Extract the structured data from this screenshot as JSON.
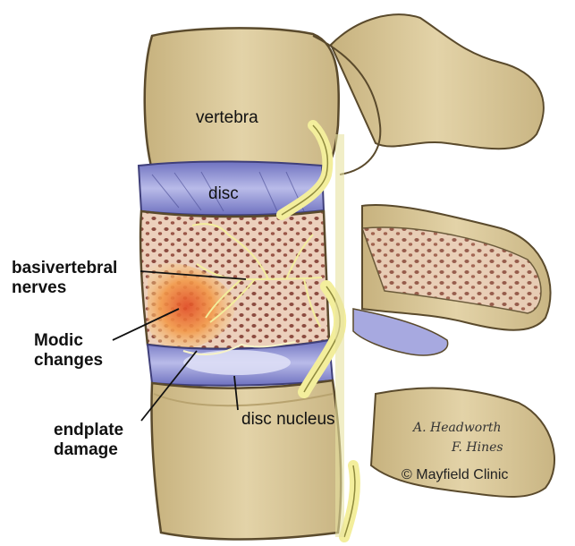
{
  "labels": {
    "vertebra": "vertebra",
    "disc": "disc",
    "basivertebral_line1": "basivertebral",
    "basivertebral_line2": "nerves",
    "modic_line1": "Modic",
    "modic_line2": "changes",
    "endplate_line1": "endplate",
    "endplate_line2": "damage",
    "disc_nucleus": "disc nucleus"
  },
  "credit": {
    "copyright": "© Mayfield Clinic",
    "signature_line1": "A. Headworth",
    "signature_line2": "F. Hines"
  },
  "colors": {
    "bone": "#d9c79a",
    "bone_shade": "#b8a36f",
    "bone_outline": "#5a4a2c",
    "disc": "#8c8fd0",
    "disc_light": "#c7c9ee",
    "marrow": "#e9c9b3",
    "marrow_pore": "#8a4a40",
    "nerve": "#f3ee9c",
    "modic": "#f0a04a",
    "modic_core": "#e45a2a"
  }
}
